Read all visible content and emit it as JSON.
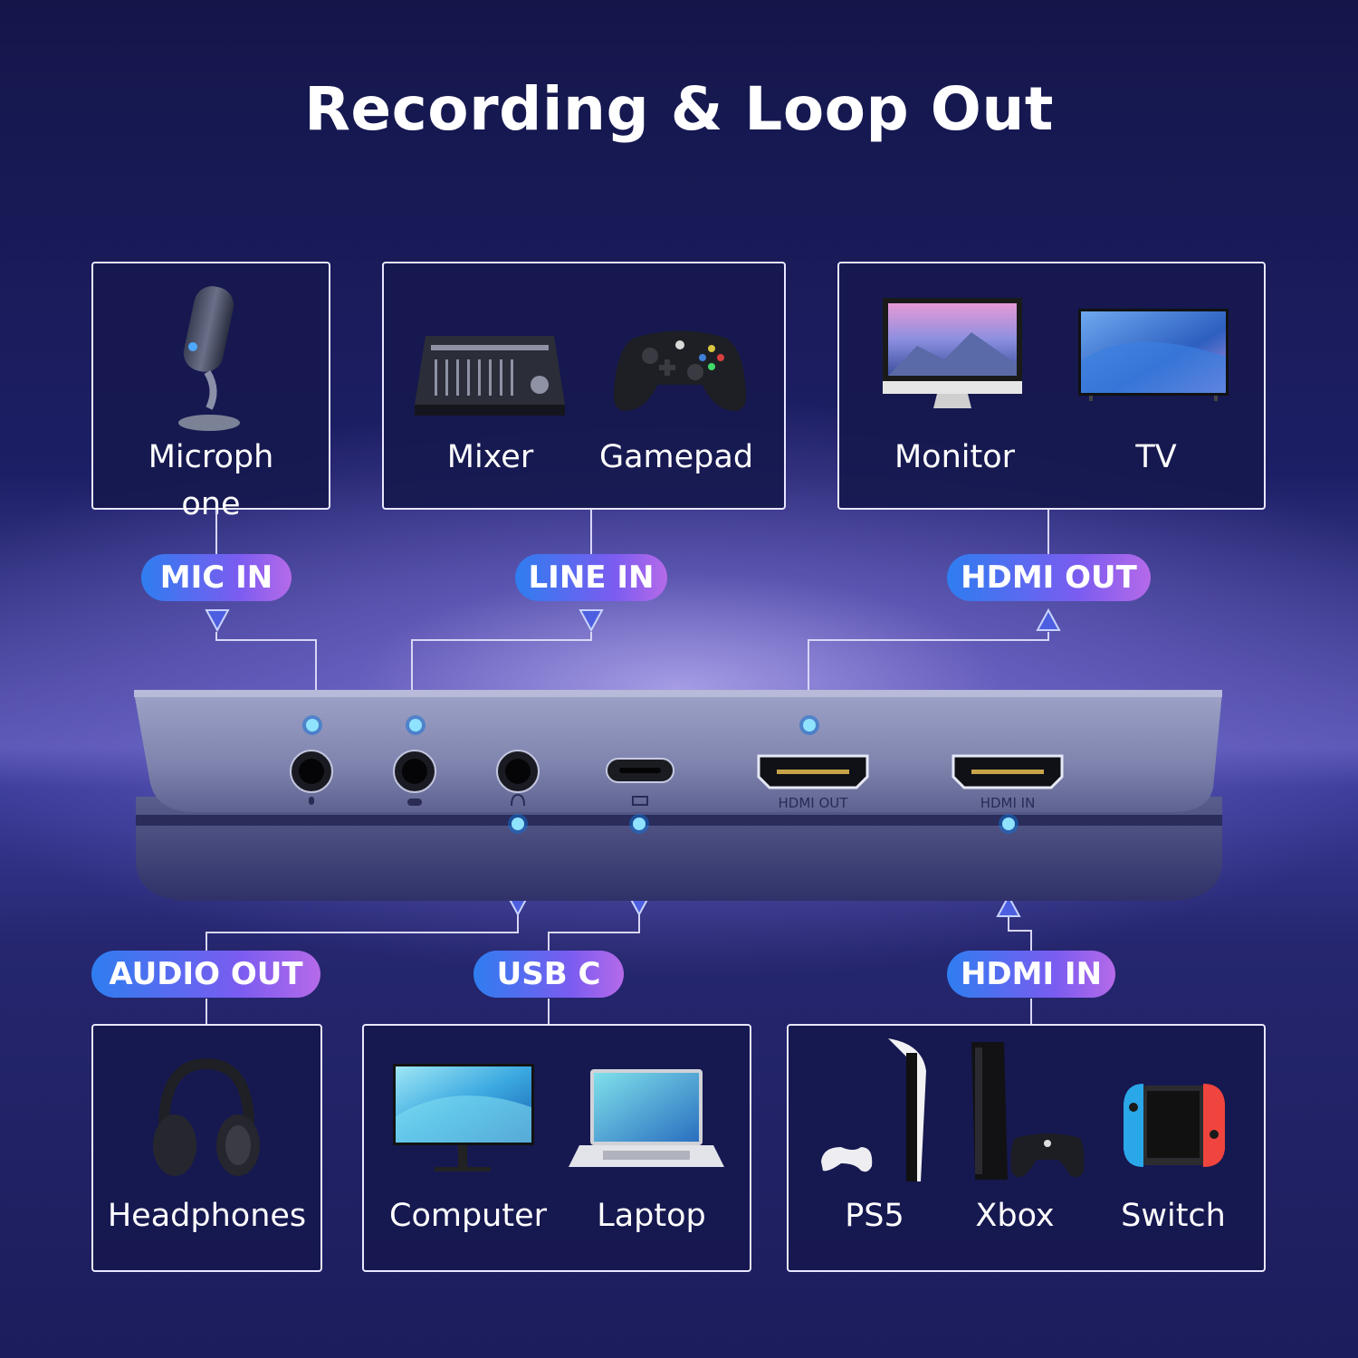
{
  "title": "Recording & Loop Out",
  "top_cards": [
    {
      "devices": [
        "Microph\none"
      ]
    },
    {
      "devices": [
        "Mixer",
        "Gamepad"
      ]
    },
    {
      "devices": [
        "Monitor",
        "TV"
      ]
    }
  ],
  "bottom_cards": [
    {
      "devices": [
        "Headphones"
      ]
    },
    {
      "devices": [
        "Computer",
        "Laptop"
      ]
    },
    {
      "devices": [
        "PS5",
        "Xbox",
        "Switch"
      ]
    }
  ],
  "ports": {
    "mic_in": "MIC IN",
    "line_in": "LINE IN",
    "hdmi_out": "HDMI OUT",
    "audio_out": "AUDIO OUT",
    "usb_c": "USB C",
    "hdmi_in": "HDMI IN"
  },
  "device_port_labels": {
    "hdmi_out": "HDMI OUT",
    "hdmi_in": "HDMI IN"
  },
  "colors": {
    "pill_start": "#2f7df0",
    "pill_end": "#b56ae9",
    "connector_line": "#d8d6f5",
    "led": "#7fd4ff",
    "card_border": "#e9e7ff"
  }
}
